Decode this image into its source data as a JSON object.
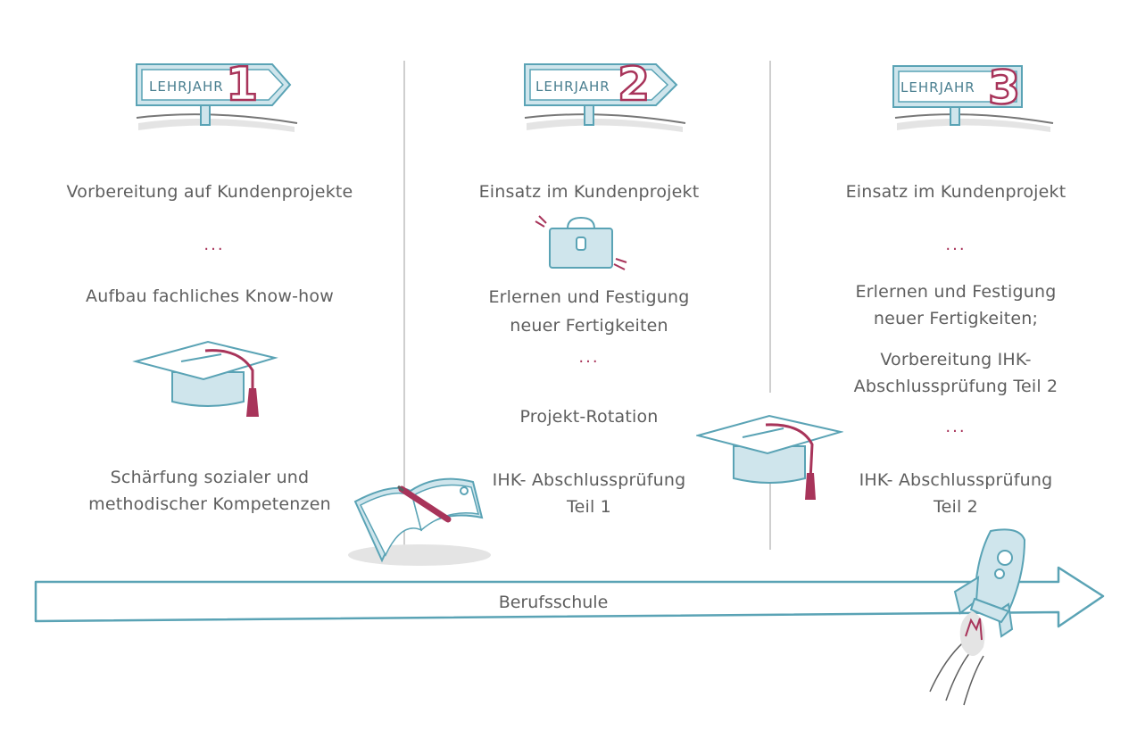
{
  "columns": [
    {
      "sign_label": "LEHRJAHR",
      "sign_number": "1",
      "items": [
        "Vorbereitung auf Kundenprojekte",
        "...",
        "Aufbau fachliches Know-how",
        "Schärfung sozialer und",
        "methodischer Kompetenzen"
      ]
    },
    {
      "sign_label": "LEHRJAHR",
      "sign_number": "2",
      "items": [
        "Einsatz im Kundenprojekt",
        "Erlernen und Festigung",
        "neuer Fertigkeiten",
        "...",
        "Projekt-Rotation",
        "IHK- Abschlussprüfung",
        "Teil 1"
      ]
    },
    {
      "sign_label": "LEHRJAHR",
      "sign_number": "3",
      "items": [
        "Einsatz im Kundenprojekt",
        "...",
        "Erlernen und Festigung",
        "neuer Fertigkeiten;",
        "Vorbereitung IHK-",
        "Abschlussprüfung Teil 2",
        "...",
        "IHK- Abschlussprüfung",
        "Teil 2"
      ]
    }
  ],
  "timeline": {
    "label": "Berufsschule"
  },
  "icons": [
    "signpost-icon",
    "graduation-cap-icon",
    "briefcase-icon",
    "notebook-pen-icon",
    "rocket-icon"
  ],
  "colors": {
    "accent": "#a8345a",
    "line": "#5aa3b5",
    "fill": "#cfe5ec",
    "text": "#5e5e5e",
    "shadow": "#e4e4e4"
  }
}
